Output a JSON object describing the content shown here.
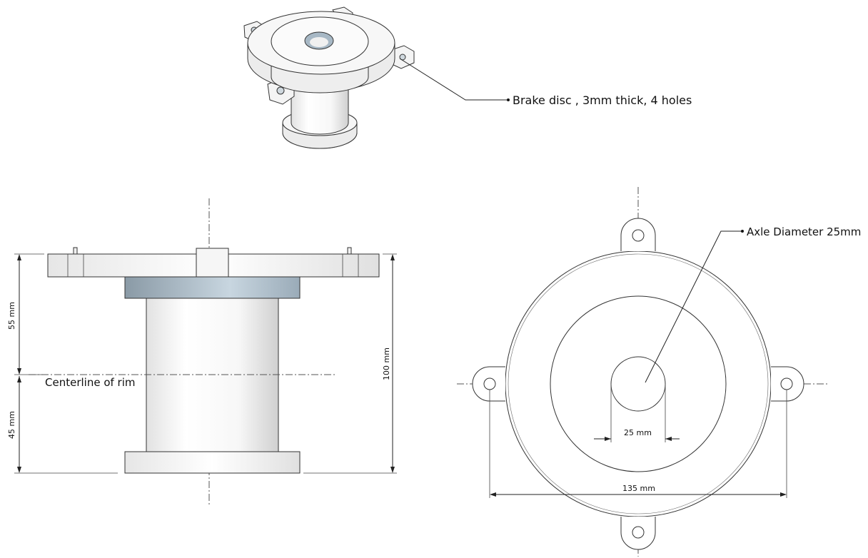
{
  "labels": {
    "brake_disc": "Brake disc , 3mm thick, 4 holes",
    "axle_diameter": "Axle Diameter 25mm",
    "centerline": "Centerline of rim",
    "dim_55": "55 mm",
    "dim_45": "45 mm",
    "dim_100": "100 mm",
    "dim_25": "25 mm",
    "dim_135": "135 mm"
  },
  "colors": {
    "line": "#222222",
    "hub_band": "#b8c6d2",
    "hole": "#9fb3c2",
    "body": "#f4f4f4"
  }
}
